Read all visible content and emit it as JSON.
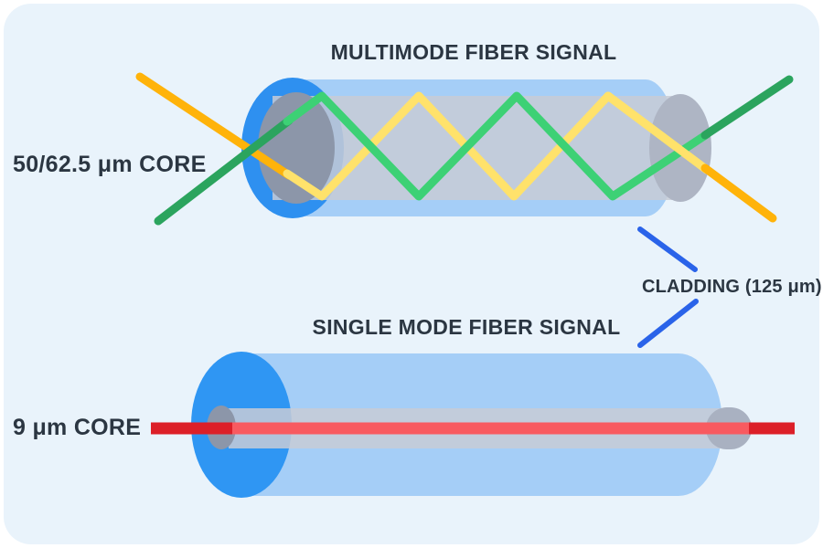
{
  "page": {
    "background": "#FFFFFF",
    "card_background": "#E9F3FB",
    "text_color": "#2B3642"
  },
  "multimode": {
    "title": "MULTIMODE FIBER SIGNAL",
    "core_label": "50/62.5 μm CORE",
    "colors": {
      "cladding": "#A5CEF7",
      "end_face": "#2E90F0",
      "core_band": "#C7CBD6",
      "core_face": "#8C96A9",
      "end_cap": "#AEB5C4",
      "ray_yellow_outside": "#FFB30A",
      "ray_yellow_inside": "#FFE26B",
      "ray_green_outside": "#2BA45E",
      "ray_green_inside": "#3DD175"
    }
  },
  "singlemode": {
    "title": "SINGLE MODE FIBER SIGNAL",
    "core_label": "9 μm CORE",
    "colors": {
      "cladding": "#A5CEF7",
      "end_face": "#2F96F3",
      "core_band": "#C7CBD6",
      "core_face": "#8C96A9",
      "end_cap": "#A9B1C1",
      "ray_red_outside": "#DC1F28",
      "ray_red_inside": "#F85A60"
    }
  },
  "cladding_callout": {
    "label": "CLADDING (125 μm)",
    "line_color": "#2A63E9"
  }
}
